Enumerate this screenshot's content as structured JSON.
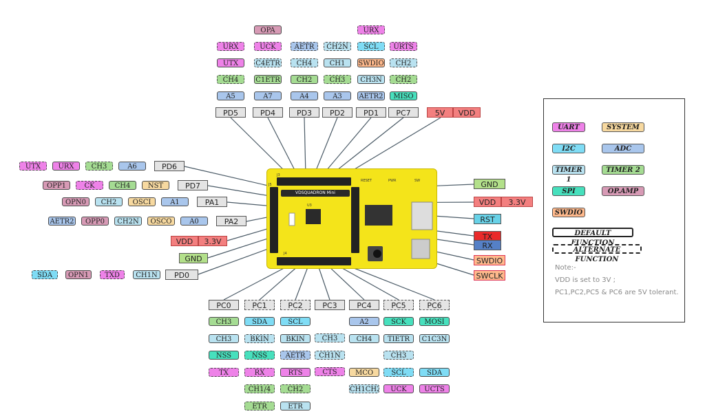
{
  "colors": {
    "uart": "#ee82e8",
    "system": "#f7d9a0",
    "i2c": "#7fdcf5",
    "adc": "#a9c6ec",
    "timer1": "#b9e2f0",
    "timer2": "#a5dc93",
    "spi": "#47e0bd",
    "opamp": "#d79ab5",
    "swdio": "#ffb98c",
    "gpio": "#e4e4e4",
    "power": "#f37f7f",
    "rst": "#68d2e8",
    "tx": "#ea2a2a",
    "rx": "#5580c6",
    "gnd": "#b3e08a",
    "board": "#f4e41a"
  },
  "top_pins": [
    {
      "name": "PD5",
      "tags": [
        {
          "t": "A5",
          "c": "adc"
        },
        {
          "t": "CH4",
          "c": "timer2",
          "alt": true
        },
        {
          "t": "UTX",
          "c": "uart"
        },
        {
          "t": "URX",
          "c": "uart",
          "alt": true
        }
      ]
    },
    {
      "name": "PD4",
      "tags": [
        {
          "t": "A7",
          "c": "adc"
        },
        {
          "t": "C1ETR",
          "c": "timer2"
        },
        {
          "t": "C4ETR",
          "c": "timer1",
          "alt": true
        },
        {
          "t": "UCK",
          "c": "uart",
          "alt": true
        },
        {
          "t": "OPA",
          "c": "opamp"
        }
      ]
    },
    {
      "name": "PD3",
      "tags": [
        {
          "t": "A4",
          "c": "adc"
        },
        {
          "t": "CH2",
          "c": "timer2"
        },
        {
          "t": "CH4",
          "c": "timer1",
          "alt": true
        },
        {
          "t": "AETR",
          "c": "adc",
          "alt": true
        }
      ]
    },
    {
      "name": "PD2",
      "tags": [
        {
          "t": "A3",
          "c": "adc"
        },
        {
          "t": "CH3",
          "c": "timer2",
          "alt": true
        },
        {
          "t": "CH1",
          "c": "timer1"
        },
        {
          "t": "CH2N",
          "c": "timer1",
          "alt": true
        }
      ]
    },
    {
      "name": "PD1",
      "tags": [
        {
          "t": "AETR2",
          "c": "adc"
        },
        {
          "t": "CH3N",
          "c": "timer1"
        },
        {
          "t": "SWDIO",
          "c": "swdio"
        },
        {
          "t": "SCL",
          "c": "i2c",
          "alt": true
        },
        {
          "t": "URX",
          "c": "uart",
          "alt": true
        }
      ]
    },
    {
      "name": "PC7",
      "tags": [
        {
          "t": "MISO",
          "c": "spi"
        },
        {
          "t": "CH2",
          "c": "timer2",
          "alt": true
        },
        {
          "t": "CH2",
          "c": "timer1",
          "alt": true
        },
        {
          "t": "URTS",
          "c": "uart",
          "alt": true
        }
      ]
    }
  ],
  "top_power": {
    "l": "5V",
    "r": "VDD"
  },
  "left_rows": [
    {
      "pin": "PD6",
      "tags": [
        {
          "t": "UTX",
          "c": "uart",
          "alt": true
        },
        {
          "t": "URX",
          "c": "uart"
        },
        {
          "t": "CH3",
          "c": "timer2",
          "alt": true
        },
        {
          "t": "A6",
          "c": "adc"
        }
      ]
    },
    {
      "pin": "PD7",
      "tags": [
        {
          "t": "OPP1",
          "c": "opamp"
        },
        {
          "t": "CK",
          "c": "uart",
          "alt": true
        },
        {
          "t": "CH4",
          "c": "timer2"
        },
        {
          "t": "NST",
          "c": "system"
        }
      ]
    },
    {
      "pin": "PA1",
      "tags": [
        {
          "t": "OPN0",
          "c": "opamp"
        },
        {
          "t": "CH2",
          "c": "timer1"
        },
        {
          "t": "OSCI",
          "c": "system"
        },
        {
          "t": "A1",
          "c": "adc"
        }
      ]
    },
    {
      "pin": "PA2",
      "tags": [
        {
          "t": "AETR2",
          "c": "adc"
        },
        {
          "t": "OPP0",
          "c": "opamp"
        },
        {
          "t": "CH2N",
          "c": "timer1"
        },
        {
          "t": "OSCO",
          "c": "system"
        },
        {
          "t": "A0",
          "c": "adc"
        }
      ]
    }
  ],
  "left_power": {
    "l": "VDD",
    "r": "3.3V"
  },
  "left_gnd": "GND",
  "left_pd0": {
    "pin": "PD0",
    "tags": [
      {
        "t": "SDA",
        "c": "i2c",
        "alt": true
      },
      {
        "t": "OPN1",
        "c": "opamp"
      },
      {
        "t": "TXD",
        "c": "uart",
        "alt": true
      },
      {
        "t": "CH1N",
        "c": "timer1"
      }
    ]
  },
  "right_labels": {
    "gnd": "GND",
    "vdd": "VDD",
    "v33": "3.3V",
    "rst": "RST",
    "tx": "TX",
    "rx": "RX",
    "swdio": "SWDIO",
    "swclk": "SWCLK"
  },
  "bottom_pins": [
    {
      "name": "PC0",
      "dashed": false,
      "tags": [
        {
          "t": "CH3",
          "c": "timer2"
        },
        {
          "t": "CH3",
          "c": "timer1"
        },
        {
          "t": "NSS",
          "c": "spi"
        },
        {
          "t": "TX",
          "c": "uart",
          "alt": true
        }
      ]
    },
    {
      "name": "PC1",
      "dashed": true,
      "tags": [
        {
          "t": "SDA",
          "c": "i2c"
        },
        {
          "t": "BKIN",
          "c": "timer1",
          "alt": true
        },
        {
          "t": "NSS",
          "c": "spi",
          "alt": true
        },
        {
          "t": "RX",
          "c": "uart",
          "alt": true
        },
        {
          "t": "CH1/4",
          "c": "timer2",
          "alt": true
        },
        {
          "t": "ETR",
          "c": "timer2",
          "alt": true
        }
      ]
    },
    {
      "name": "PC2",
      "dashed": true,
      "tags": [
        {
          "t": "SCL",
          "c": "i2c"
        },
        {
          "t": "BKIN",
          "c": "timer1"
        },
        {
          "t": "AETR",
          "c": "adc",
          "alt": true
        },
        {
          "t": "RTS",
          "c": "uart"
        },
        {
          "t": "CH2",
          "c": "timer2",
          "alt": true
        },
        {
          "t": "ETR",
          "c": "timer1"
        }
      ]
    },
    {
      "name": "PC3",
      "dashed": false,
      "tags": [
        {
          "t": "CH3",
          "c": "timer1",
          "alt": true
        },
        {
          "t": "CH1N",
          "c": "timer1",
          "alt": true
        },
        {
          "t": "CTS",
          "c": "uart",
          "alt": true
        }
      ]
    },
    {
      "name": "PC4",
      "dashed": false,
      "tags": [
        {
          "t": "A2",
          "c": "adc"
        },
        {
          "t": "CH4",
          "c": "timer1"
        },
        {
          "t": "MCO",
          "c": "system"
        },
        {
          "t": "CH1CH2N",
          "c": "timer1",
          "alt": true
        }
      ]
    },
    {
      "name": "PC5",
      "dashed": true,
      "tags": [
        {
          "t": "SCK",
          "c": "spi"
        },
        {
          "t": "TIETR",
          "c": "timer1"
        },
        {
          "t": "CH3",
          "c": "timer1",
          "alt": true
        },
        {
          "t": "SCL",
          "c": "i2c",
          "alt": true
        },
        {
          "t": "UCK",
          "c": "uart"
        }
      ]
    },
    {
      "name": "PC6",
      "dashed": true,
      "tags": [
        {
          "t": "MOSI",
          "c": "spi"
        },
        {
          "t": "C1C3N",
          "c": "timer1"
        },
        {
          "t": "SDA",
          "c": "i2c"
        },
        {
          "t": "UCTS",
          "c": "uart"
        }
      ]
    }
  ],
  "board": {
    "name": "VDSQUADRON Mini"
  },
  "legend": {
    "items": [
      {
        "t": "UART",
        "c": "uart"
      },
      {
        "t": "SYSTEM",
        "c": "system"
      },
      {
        "t": "I2C",
        "c": "i2c"
      },
      {
        "t": "ADC",
        "c": "adc"
      },
      {
        "t": "TIMER 1",
        "c": "timer1"
      },
      {
        "t": "TIMER 2",
        "c": "timer2"
      },
      {
        "t": "SPI",
        "c": "spi"
      },
      {
        "t": "OP.AMP",
        "c": "opamp"
      },
      {
        "t": "SWDIO",
        "c": "swdio"
      }
    ],
    "default_label": "DEFAULT FUNCTION",
    "alternate_label": "ALTERNATE FUNCTION",
    "note_title": "Note:-",
    "note_1": "VDD is set to 3V ;",
    "note_2": "PC1,PC2,PC5 & PC6 are 5V tolerant."
  }
}
